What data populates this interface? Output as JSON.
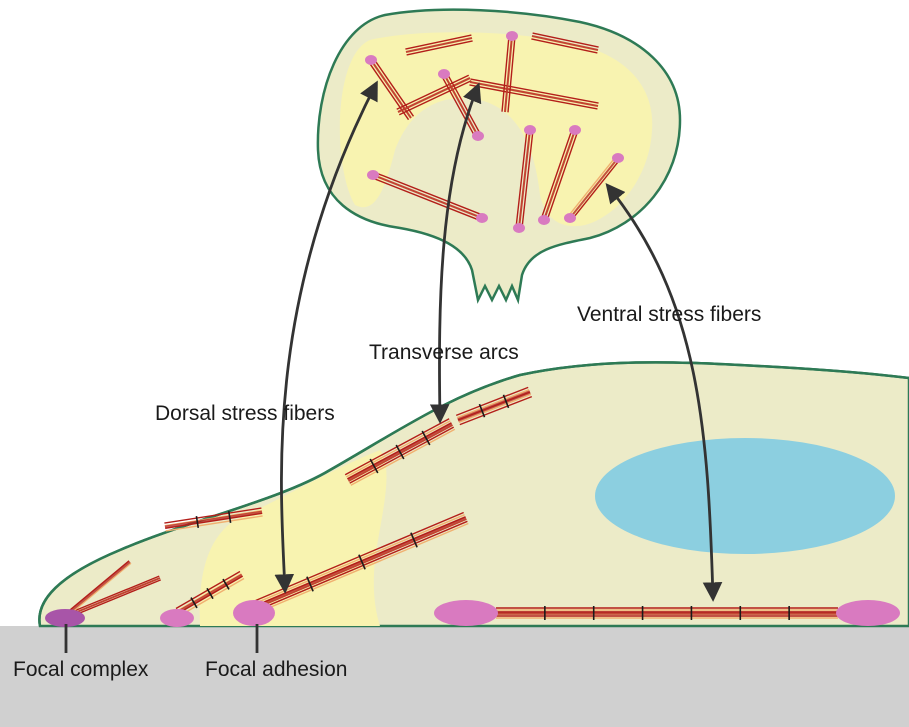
{
  "labels": {
    "dorsal": "Dorsal stress fibers",
    "transverse": "Transverse arcs",
    "ventral": "Ventral stress fibers",
    "focal_complex": "Focal complex",
    "focal_adhesion": "Focal adhesion"
  },
  "colors": {
    "substrate": "#d0d0d0",
    "cell_fill": "#ecebc8",
    "cell_outline": "#2e7a55",
    "lamella_fill": "#f8f3b0",
    "nucleus": "#8ccfe0",
    "fiber": "#b31e19",
    "fiber_highlight": "#f0b070",
    "adhesion": "#d97ac0",
    "focal_complex": "#a855a8",
    "arrow": "#333333"
  }
}
